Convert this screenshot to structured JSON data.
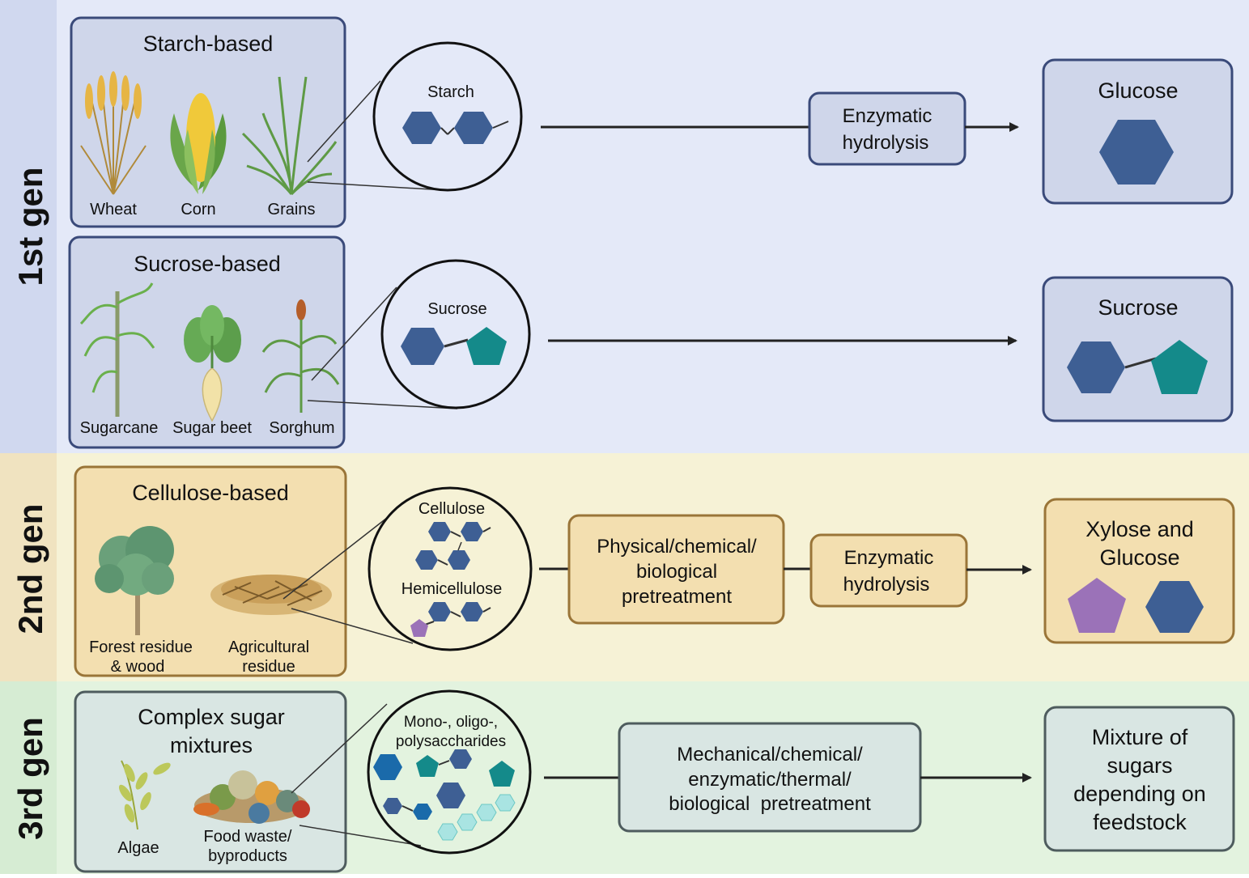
{
  "colors": {
    "gen1_band": "#e4e9f8",
    "gen1_side": "#d0d8ef",
    "gen1_box": "#cfd6ea",
    "gen1_border": "#3a4a7a",
    "gen2_band": "#f6f2d6",
    "gen2_side": "#f0e3c0",
    "gen2_box": "#f3dfb0",
    "gen2_border": "#9a7538",
    "gen3_band": "#e3f3df",
    "gen3_side": "#d6ecd3",
    "gen3_box": "#d9e6e3",
    "gen3_border": "#4e5c5e",
    "hexagon": "#3e5f94",
    "pentagon_teal": "#148a8a",
    "pentagon_purple": "#9b72b8",
    "hexagon_light": "#a9e4e2"
  },
  "gen1": {
    "label": "1st gen",
    "starch": {
      "title": "Starch-based",
      "sources": [
        "Wheat",
        "Corn",
        "Grains"
      ],
      "molecule": "Starch",
      "process": [
        "Enzymatic",
        "hydrolysis"
      ],
      "product": "Glucose"
    },
    "sucrose": {
      "title": "Sucrose-based",
      "sources": [
        "Sugarcane",
        "Sugar beet",
        "Sorghum"
      ],
      "molecule": "Sucrose",
      "product": "Sucrose"
    }
  },
  "gen2": {
    "label": "2nd gen",
    "title": "Cellulose-based",
    "sources": [
      [
        "Forest residue",
        "& wood"
      ],
      [
        "Agricultural",
        "residue"
      ]
    ],
    "molecules": [
      "Cellulose",
      "Hemicellulose"
    ],
    "pretreatment": [
      "Physical/chemical/",
      "biological",
      "pretreatment"
    ],
    "process": [
      "Enzymatic",
      "hydrolysis"
    ],
    "product": [
      "Xylose and",
      "Glucose"
    ]
  },
  "gen3": {
    "label": "3rd gen",
    "title": [
      "Complex sugar",
      "mixtures"
    ],
    "sources": [
      [
        "Algae"
      ],
      [
        "Food waste/",
        "byproducts"
      ]
    ],
    "molecules": [
      "Mono-, oligo-,",
      "polysaccharides"
    ],
    "pretreatment": [
      "Mechanical/chemical/",
      "enzymatic/thermal/",
      "biological  pretreatment"
    ],
    "product": [
      "Mixture of",
      "sugars",
      "depending on",
      "feedstock"
    ]
  }
}
